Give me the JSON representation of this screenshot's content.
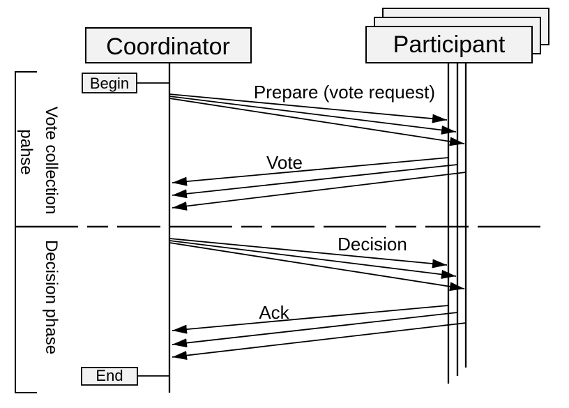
{
  "diagram": {
    "type": "sequence",
    "protocol_phases_shown": 2,
    "actors": [
      {
        "id": "coordinator",
        "label": "Coordinator",
        "instances": 1
      },
      {
        "id": "participant",
        "label": "Participant",
        "instances": 3
      }
    ],
    "lifecycle_markers": {
      "begin": "Begin",
      "end": "End"
    },
    "phases": [
      {
        "name_lines": [
          "Vote collection",
          "pahse"
        ]
      },
      {
        "name_lines": [
          "Decision phase"
        ]
      }
    ],
    "messages": [
      {
        "label": "Prepare (vote request)",
        "from": "coordinator",
        "to": "participant",
        "arrows": 3
      },
      {
        "label": "Vote",
        "from": "participant",
        "to": "coordinator",
        "arrows": 3
      },
      {
        "label": "Decision",
        "from": "coordinator",
        "to": "participant",
        "arrows": 3
      },
      {
        "label": "Ack",
        "from": "participant",
        "to": "coordinator",
        "arrows": 3
      }
    ],
    "colors": {
      "stroke": "#000000",
      "box_fill": "#f2f2f2",
      "background": "#ffffff"
    }
  }
}
